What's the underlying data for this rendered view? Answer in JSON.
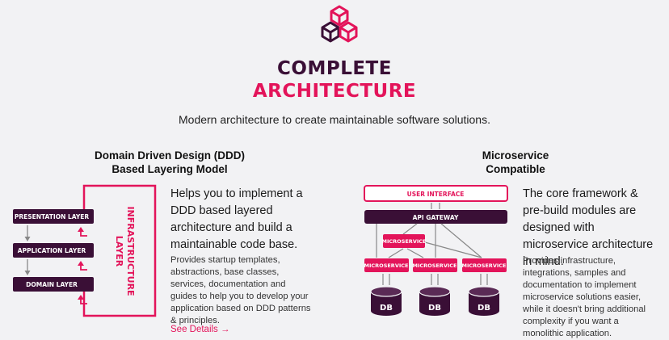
{
  "header": {
    "title_line1": "COMPLETE",
    "title_line2": "ARCHITECTURE",
    "subtitle": "Modern architecture to create maintainable software solutions.",
    "logo_icon": "cubes-icon"
  },
  "ddd": {
    "heading_line1": "Domain Driven Design (DDD)",
    "heading_line2": "Based Layering Model",
    "lead": "Helps you to implement a DDD based layered architecture and build a maintainable code base.",
    "description": "Provides startup templates, abstractions, base classes, services, documentation and guides to help you to develop your application based on DDD patterns & principles.",
    "link": "See Details →",
    "diagram": {
      "presentation": "PRESENTATION LAYER",
      "application": "APPLICATION LAYER",
      "domain": "DOMAIN LAYER",
      "infrastructure_line1": "INFRASTRUCTURE",
      "infrastructure_line2": "LAYER"
    }
  },
  "microservice": {
    "heading_line1": "Microservice",
    "heading_line2": "Compatible",
    "lead": "The core framework & pre-build modules are designed with microservice architecture in mind.",
    "description": "Provides infrastructure, integrations, samples and documentation to implement microservice solutions easier, while it doesn't bring additional complexity if you want a monolithic application.",
    "diagram": {
      "ui": "USER INTERFACE",
      "gateway": "API GATEWAY",
      "service": "MICROSERVICE",
      "db": "DB"
    }
  },
  "colors": {
    "dark": "#3a0f36",
    "accent": "#e3145a",
    "background": "#f2f2f4"
  }
}
